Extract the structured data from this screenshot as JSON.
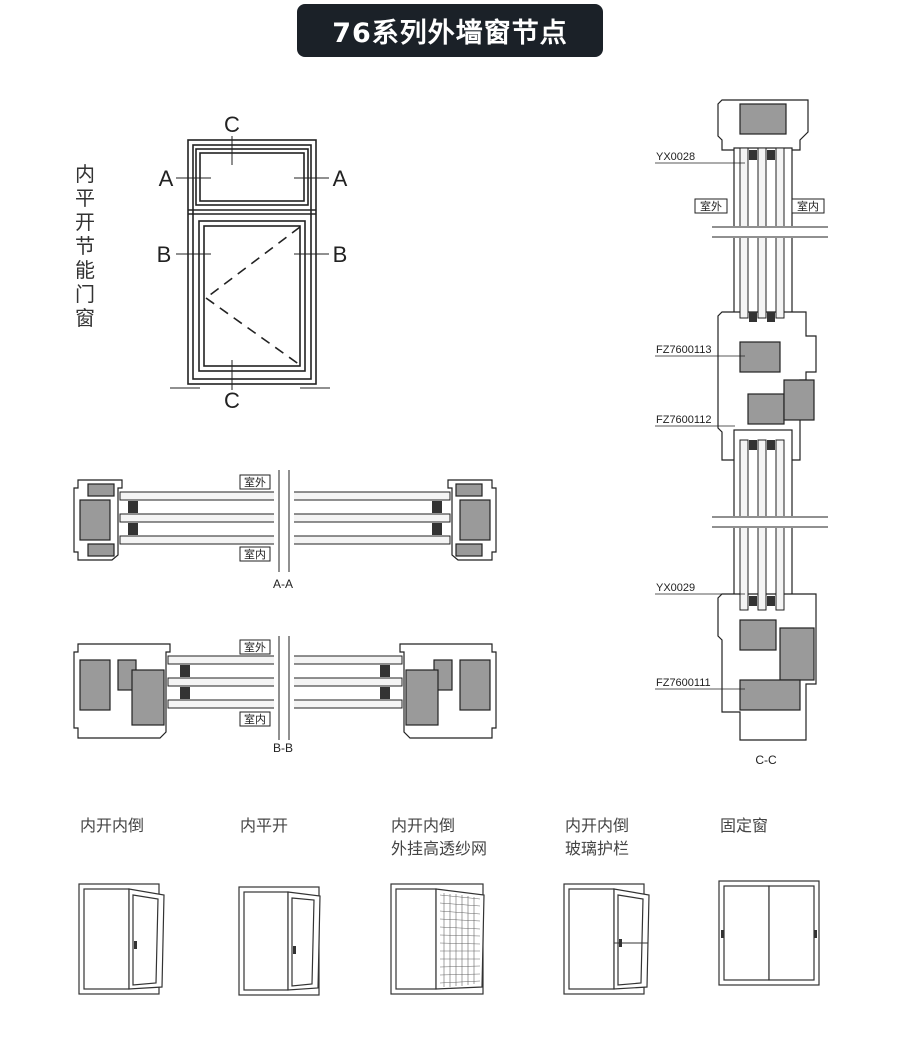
{
  "title": "76系列外墙窗节点",
  "elevation": {
    "vertical_label": "内平开节能门窗",
    "section_marks": {
      "a": "A",
      "b": "B",
      "c": "C"
    }
  },
  "section_aa": {
    "label": "A-A",
    "outside": "室外",
    "inside": "室内"
  },
  "section_bb": {
    "label": "B-B",
    "outside": "室外",
    "inside": "室内"
  },
  "section_cc": {
    "label": "C-C",
    "outside": "室外",
    "inside": "室内",
    "callouts": [
      "YX0028",
      "FZ7600113",
      "FZ7600112",
      "YX0029",
      "FZ7600111"
    ]
  },
  "window_types": [
    {
      "lines": [
        "内开内倒"
      ],
      "icon": "tilt-turn-window-icon"
    },
    {
      "lines": [
        "内平开"
      ],
      "icon": "casement-window-icon"
    },
    {
      "lines": [
        "内开内倒",
        "外挂高透纱网"
      ],
      "icon": "tilt-turn-screen-window-icon"
    },
    {
      "lines": [
        "内开内倒",
        "玻璃护栏"
      ],
      "icon": "tilt-turn-guardrail-window-icon"
    },
    {
      "lines": [
        "固定窗"
      ],
      "icon": "fixed-window-icon"
    }
  ],
  "colors": {
    "title_bg": "#1b2128",
    "profile_fill": "#9a9a9a",
    "line": "#222222"
  }
}
